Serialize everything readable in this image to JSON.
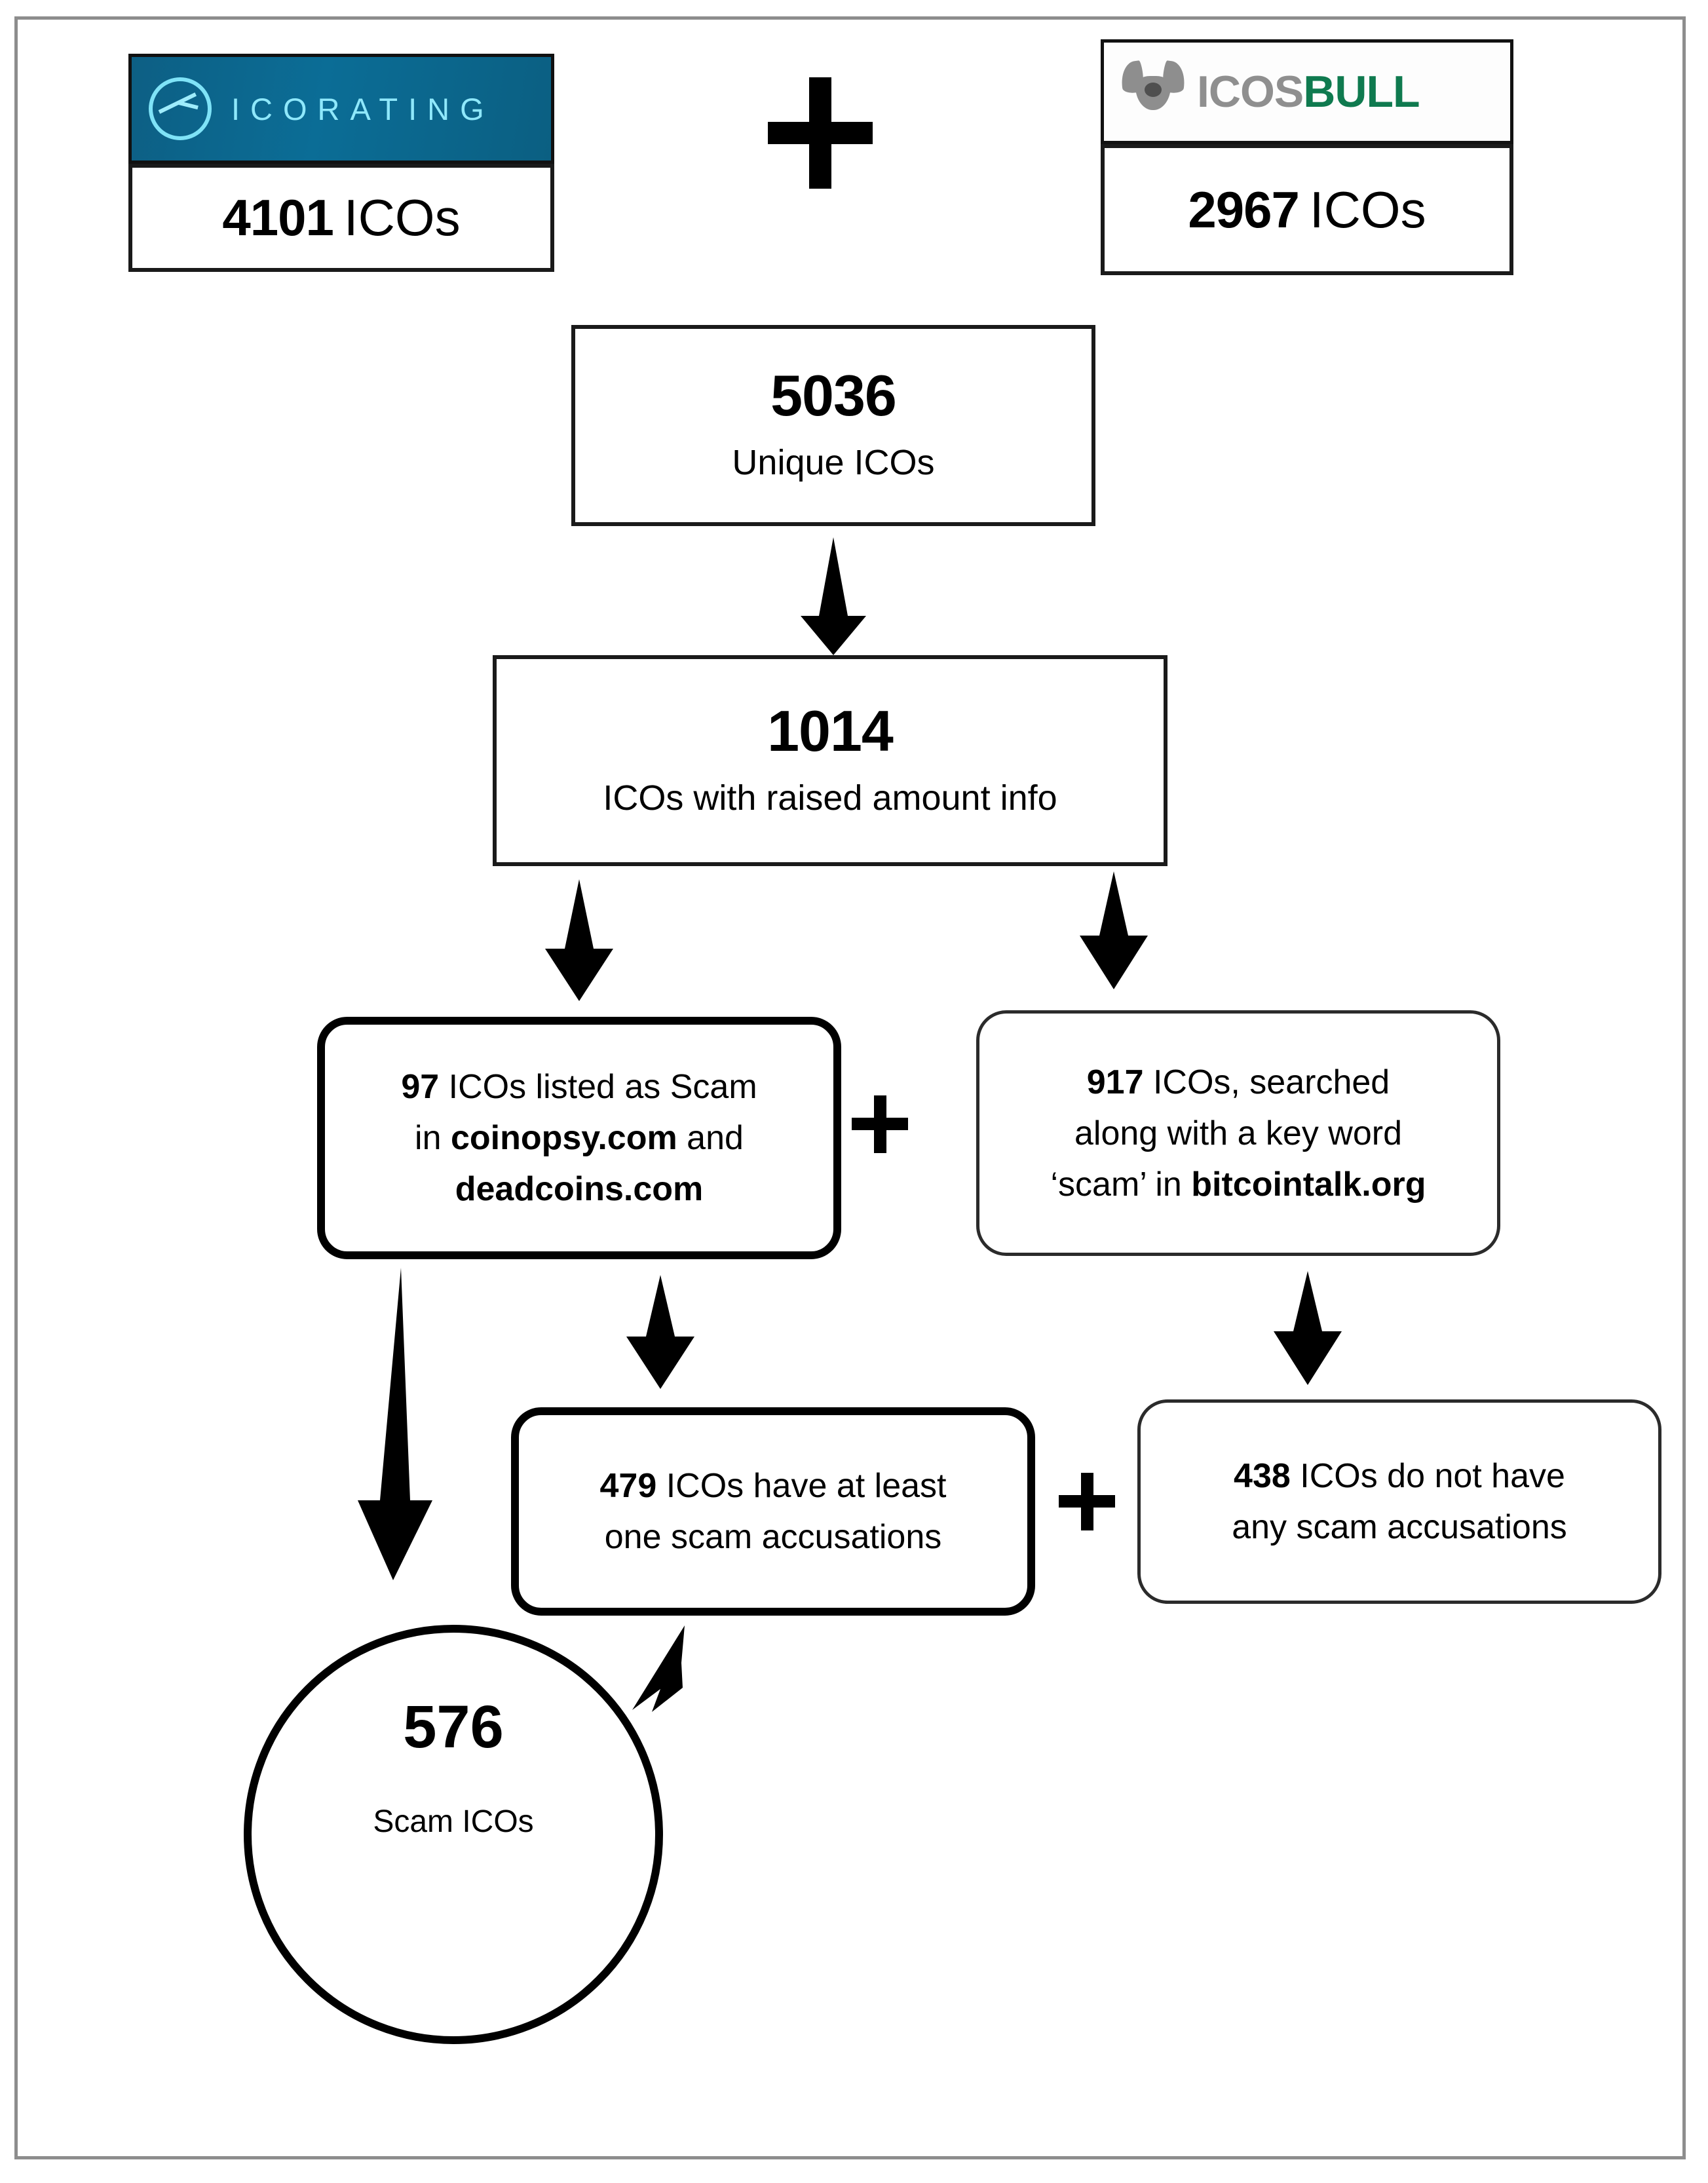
{
  "diagram": {
    "title": "Scam ICO dataset construction flow",
    "sources": [
      {
        "id": "icorating",
        "logo_text_primary": "ICORATING",
        "logo_icon": "circle-chart-icon",
        "count": "4101",
        "unit": "ICOs",
        "accent_color": "#0b6d96",
        "logo_text_color": "#8fe8fb"
      },
      {
        "id": "icosbull",
        "logo_text_primary": "ICOS",
        "logo_text_secondary": "BULL",
        "logo_icon": "bull-head-icon",
        "count": "2967",
        "unit": "ICOs",
        "accent_color": "#0f7a4f",
        "logo_text_color": "#8f8f8f"
      }
    ],
    "operators": {
      "top_plus": "+",
      "mid_plus": "+",
      "low_plus": "+"
    },
    "nodes": {
      "unique": {
        "number": "5036",
        "label": "Unique ICOs"
      },
      "raised": {
        "number": "1014",
        "label": "ICOs with raised amount  info"
      },
      "listed_scam": {
        "number": "97",
        "line1_rest": " ICOs listed as Scam",
        "line2_pre": "in ",
        "line2_bold": "coinopsy.com",
        "line2_post": " and",
        "line3_bold": "deadcoins.com"
      },
      "searched": {
        "number": "917",
        "line1_rest": " ICOs, searched",
        "line2": "along with a key word",
        "line3_pre": "‘scam’ in ",
        "line3_bold": "bitcointalk.org"
      },
      "at_least_one": {
        "number": "479",
        "line1_rest": " ICOs have at least",
        "line2": "one scam accusations"
      },
      "no_accusations": {
        "number": "438",
        "line1_rest": " ICOs do not have",
        "line2": "any scam accusations"
      },
      "result": {
        "number": "576",
        "label": "Scam ICOs"
      }
    }
  },
  "chart_data": {
    "type": "diagram",
    "title": "Scam ICO dataset construction flow",
    "nodes": [
      {
        "id": "icorating",
        "label": "ICORATING",
        "value": 4101,
        "unit": "ICOs"
      },
      {
        "id": "icosbull",
        "label": "ICOSBULL",
        "value": 2967,
        "unit": "ICOs"
      },
      {
        "id": "unique",
        "label": "Unique ICOs",
        "value": 5036
      },
      {
        "id": "raised",
        "label": "ICOs with raised amount info",
        "value": 1014
      },
      {
        "id": "listed_scam",
        "label": "ICOs listed as Scam in coinopsy.com and deadcoins.com",
        "value": 97
      },
      {
        "id": "searched",
        "label": "ICOs, searched along with a key word 'scam' in bitcointalk.org",
        "value": 917
      },
      {
        "id": "at_least_one",
        "label": "ICOs have at least one scam accusations",
        "value": 479
      },
      {
        "id": "no_accusations",
        "label": "ICOs do not have any scam accusations",
        "value": 438
      },
      {
        "id": "result",
        "label": "Scam ICOs",
        "value": 576
      }
    ],
    "edges": [
      {
        "from": "icorating",
        "to": "unique",
        "op": "+"
      },
      {
        "from": "icosbull",
        "to": "unique",
        "op": "+"
      },
      {
        "from": "unique",
        "to": "raised"
      },
      {
        "from": "raised",
        "to": "listed_scam"
      },
      {
        "from": "raised",
        "to": "searched"
      },
      {
        "from": "listed_scam",
        "to": "at_least_one"
      },
      {
        "from": "listed_scam",
        "to": "result"
      },
      {
        "from": "searched",
        "to": "at_least_one"
      },
      {
        "from": "searched",
        "to": "no_accusations"
      },
      {
        "from": "at_least_one",
        "to": "result"
      }
    ]
  }
}
